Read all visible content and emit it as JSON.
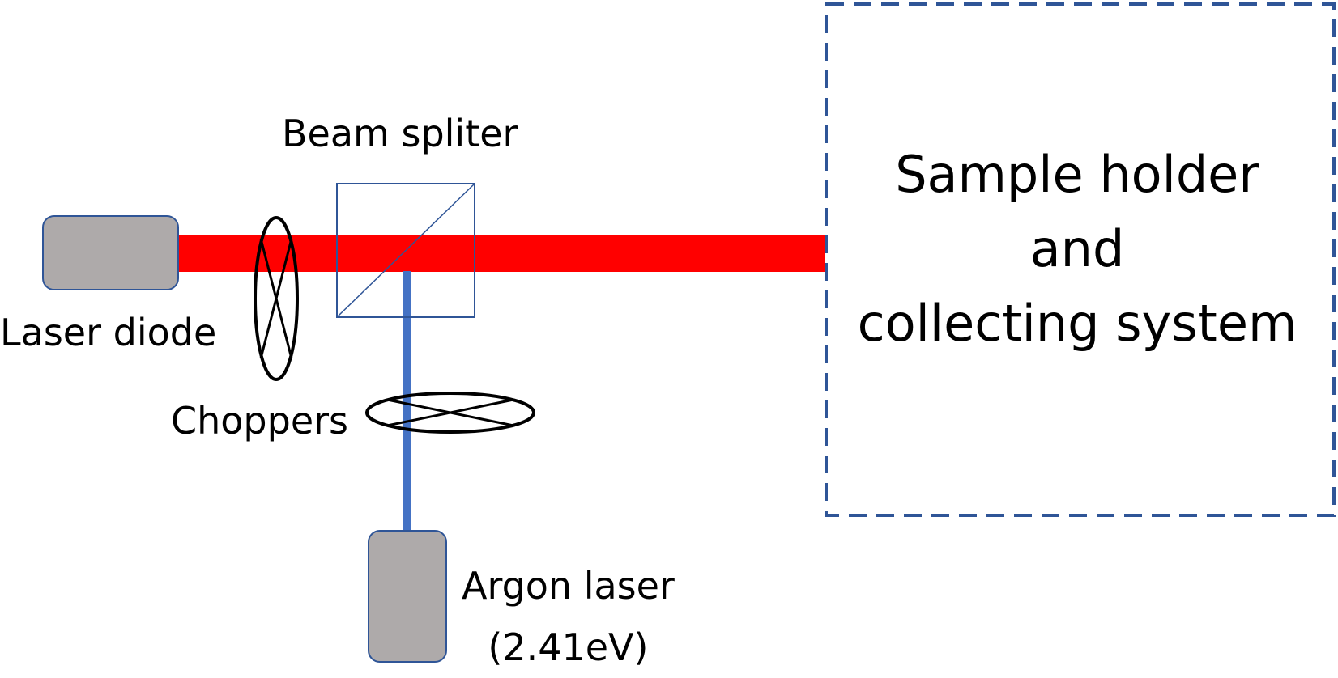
{
  "labels": {
    "beam_splitter": "Beam spliter",
    "laser_diode": "Laser diode",
    "choppers": "Choppers",
    "argon_laser_line1": "Argon laser",
    "argon_laser_line2": "(2.41eV)",
    "sample_box_line1": "Sample holder",
    "sample_box_line2": "and",
    "sample_box_line3": "collecting system"
  },
  "colors": {
    "red_beam": "#ff0000",
    "blue_beam": "#4472c4",
    "device_fill": "#aeaaaa",
    "device_border": "#2f5597",
    "splitter_border": "#2f5597",
    "sample_box_border": "#2f5597",
    "chopper_stroke": "#000000"
  }
}
